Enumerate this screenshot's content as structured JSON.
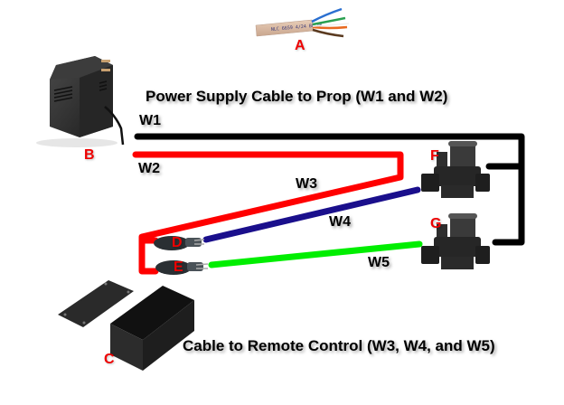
{
  "diagram": {
    "title_power": "Power Supply Cable to Prop (W1 and W2)",
    "title_remote": "Cable to Remote Control (W3, W4, and W5)",
    "wires": [
      {
        "id": "W1",
        "label": "W1",
        "color": "#000000"
      },
      {
        "id": "W2",
        "label": "W2",
        "color": "#ff0000"
      },
      {
        "id": "W3",
        "label": "W3",
        "color": "#ff0000"
      },
      {
        "id": "W4",
        "label": "W4",
        "color": "#1a0f8c"
      },
      {
        "id": "W5",
        "label": "W5",
        "color": "#00ee00"
      }
    ],
    "components": {
      "A": {
        "label": "A",
        "depicts": "multi-conductor cable"
      },
      "B": {
        "label": "B",
        "depicts": "wall power adapter"
      },
      "C": {
        "label": "C",
        "depicts": "project enclosure box"
      },
      "D": {
        "label": "D",
        "depicts": "connector"
      },
      "E": {
        "label": "E",
        "depicts": "connector"
      },
      "F": {
        "label": "F",
        "depicts": "solenoid valve"
      },
      "G": {
        "label": "G",
        "depicts": "solenoid valve"
      }
    },
    "letter_color": "#ee0000"
  }
}
